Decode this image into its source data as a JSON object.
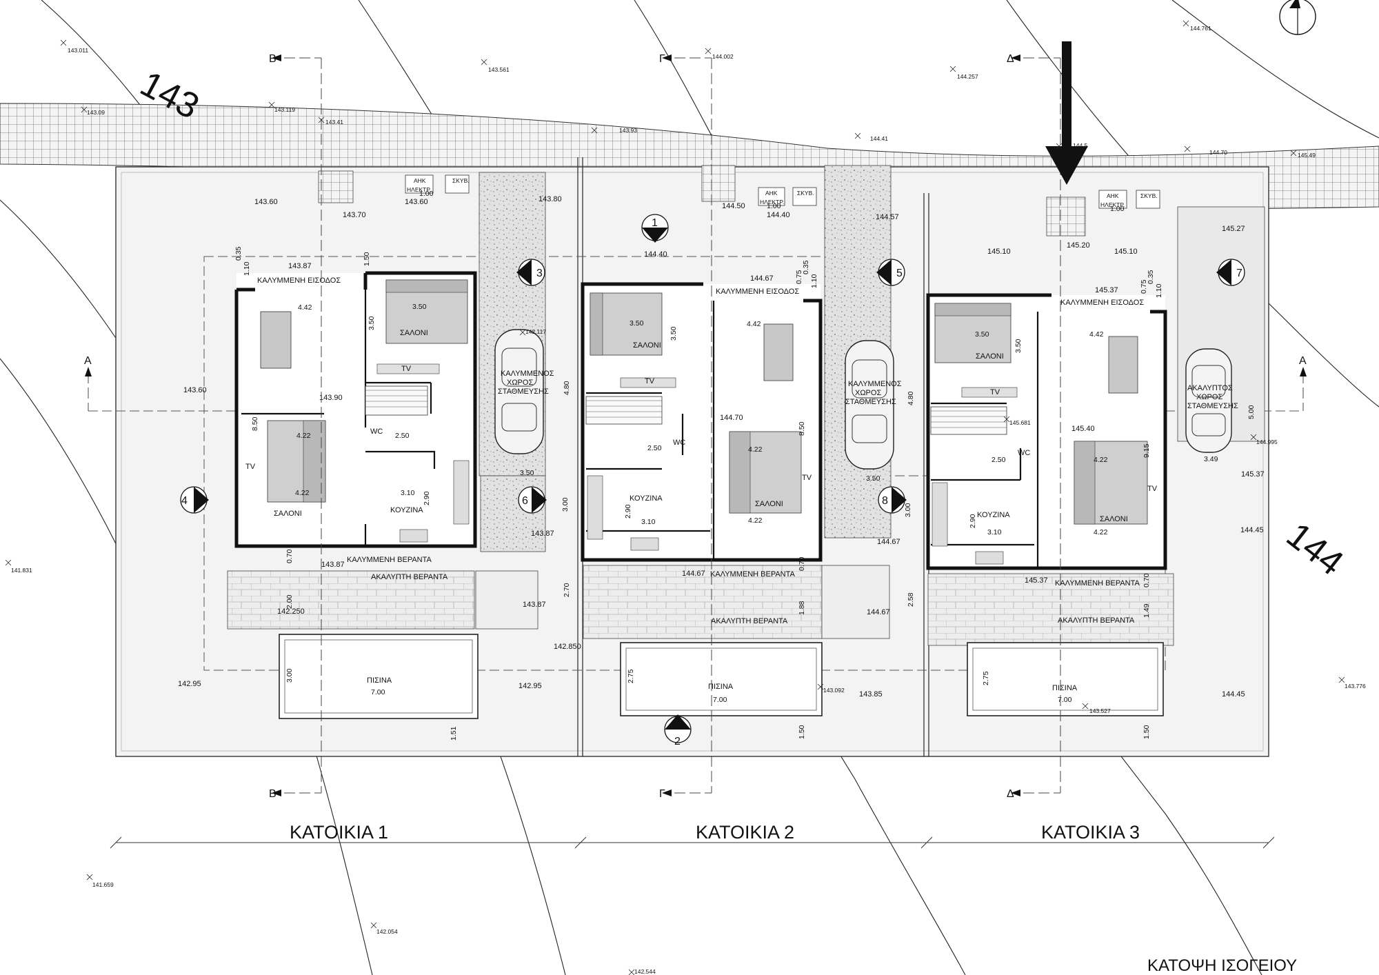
{
  "title": "ΚΑΤΟΨΗ ΙΣΟΓΕΙΟΥ",
  "contours": {
    "left": "143",
    "right": "144"
  },
  "section_markers": [
    "Β",
    "Γ",
    "Δ",
    "Α"
  ],
  "elevation_markers": [
    "1",
    "2",
    "3",
    "4",
    "5",
    "6",
    "7",
    "8"
  ],
  "houses": [
    {
      "title": "ΚΑΤΟΙΚΙΑ 1",
      "rooms": {
        "entrance": "ΚΑΛΥΜΜΕΝΗ ΕΙΣΟΔΟΣ",
        "salon": "ΣΑΛΟΝΙ",
        "salon2": "ΣΑΛΟΝΙ",
        "kitchen": "ΚΟΥΖΙΝΑ",
        "wc": "WC",
        "tv": "TV",
        "tv2": "TV",
        "covered_veranda": "ΚΑΛΥΜΜΕΝΗ ΒΕΡΑΝΤΑ",
        "open_veranda": "ΑΚΑΛΥΠΤΗ ΒΕΡΑΝΤΑ",
        "pool": "ΠΙΣΙΝΑ",
        "parking": [
          "ΚΑΛΥΜΜΕΝΟΣ",
          "ΧΩΡΟΣ",
          "ΣΤΑΘΜΕΥΣΗΣ"
        ]
      },
      "meters": {
        "ahk": "ΑΗΚ",
        "skyv": "ΣΚΥΒ.",
        "elec": "ΗΛΕΚΤΡ."
      },
      "levels": [
        "143.60",
        "143.70",
        "143.60",
        "143.80",
        "143.87",
        "143.90",
        "143.60",
        "143.87",
        "143.87",
        "143.87",
        "142.95",
        "142.95",
        "142.850",
        "142.250"
      ],
      "dims": {
        "d442": "4.42",
        "d350": "3.50",
        "d350v": "3.50",
        "d422a": "4.22",
        "d422b": "4.22",
        "d250": "2.50",
        "d310": "3.10",
        "d290": "2.90",
        "d850": "8.50",
        "d480": "4.80",
        "d350p": "3.50",
        "d300p": "3.00",
        "d270": "2.70",
        "d200": "2.00",
        "d070": "0.70",
        "d300": "3.00",
        "d700": "7.00",
        "d151": "1.51",
        "d110": "1.10",
        "d035": "0.35",
        "d150": "1.50",
        "d100": "1.00"
      }
    },
    {
      "title": "ΚΑΤΟΙΚΙΑ 2",
      "rooms": {
        "entrance": "ΚΑΛΥΜΜΕΝΗ ΕΙΣΟΔΟΣ",
        "salon": "ΣΑΛΟΝΙ",
        "salon2": "ΣΑΛΟΝΙ",
        "kitchen": "ΚΟΥΖΙΝΑ",
        "wc": "WC",
        "tv": "TV",
        "tv2": "TV",
        "covered_veranda": "ΚΑΛΥΜΜΕΝΗ ΒΕΡΑΝΤΑ",
        "open_veranda": "ΑΚΑΛΥΠΤΗ ΒΕΡΑΝΤΑ",
        "pool": "ΠΙΣΙΝΑ",
        "parking": [
          "ΚΑΛΥΜΜΕΝΟΣ",
          "ΧΩΡΟΣ",
          "ΣΤΑΘΜΕΥΣΗΣ"
        ]
      },
      "meters": {
        "ahk": "ΑΗΚ",
        "skyv": "ΣΚΥΒ.",
        "elec": "ΗΛΕΚΤΡ."
      },
      "levels": [
        "144.40",
        "144.50",
        "144.40",
        "144.57",
        "144.67",
        "144.70",
        "144.67",
        "144.67",
        "143.85"
      ],
      "dims": {
        "d442": "4.42",
        "d350": "3.50",
        "d350v": "3.50",
        "d422a": "4.22",
        "d422b": "4.22",
        "d250": "2.50",
        "d310": "3.10",
        "d290": "2.90",
        "d850": "8.50",
        "d480": "4.80",
        "d350p": "3.50",
        "d300p": "3.00",
        "d258": "2.58",
        "d188": "1.88",
        "d070": "0.70",
        "d275": "2.75",
        "d700": "7.00",
        "d150": "1.50",
        "d110": "1.10",
        "d075": "0.75",
        "d035": "0.35",
        "d100": "1.00"
      }
    },
    {
      "title": "ΚΑΤΟΙΚΙΑ 3",
      "rooms": {
        "entrance": "ΚΑΛΥΜΜΕΝΗ ΕΙΣΟΔΟΣ",
        "salon": "ΣΑΛΟΝΙ",
        "salon2": "ΣΑΛΟΝΙ",
        "kitchen": "ΚΟΥΖΙΝΑ",
        "wc": "WC",
        "tv": "TV",
        "tv2": "TV",
        "covered_veranda": "ΚΑΛΥΜΜΕΝΗ ΒΕΡΑΝΤΑ",
        "open_veranda": "ΑΚΑΛΥΠΤΗ ΒΕΡΑΝΤΑ",
        "pool": "ΠΙΣΙΝΑ",
        "parking": [
          "ΑΚΑΛΥΠΤΟΣ",
          "ΧΩΡΟΣ",
          "ΣΤΑΘΜΕΥΣΗΣ"
        ]
      },
      "meters": {
        "ahk": "ΑΗΚ",
        "skyv": "ΣΚΥΒ.",
        "elec": "ΗΛΕΚΤΡ."
      },
      "levels": [
        "145.10",
        "145.20",
        "145.10",
        "145.27",
        "145.37",
        "145.40",
        "145.37",
        "145.37",
        "144.45",
        "144.45"
      ],
      "dims": {
        "d442": "4.42",
        "d350": "3.50",
        "d350v": "3.50",
        "d422a": "4.22",
        "d422b": "4.22",
        "d250": "2.50",
        "d310": "3.10",
        "d290": "2.90",
        "d915": "9.15",
        "d349": "3.49",
        "d500": "5.00",
        "d149": "1.49",
        "d070": "0.70",
        "d275": "2.75",
        "d700": "7.00",
        "d150": "1.50",
        "d110": "1.10",
        "d075": "0.75",
        "d035": "0.35",
        "d100": "1.00"
      }
    }
  ],
  "survey_points": [
    "143.011",
    "143.561",
    "144.002",
    "144.257",
    "144.761",
    "143.09",
    "143.119",
    "143.41",
    "143.93",
    "144.41",
    "144.5",
    "144.70",
    "145.49",
    "141.831",
    "141.659",
    "142.054",
    "142.544",
    "143.776",
    "144.995",
    "145.681",
    "142.117",
    "143.092",
    "143.527"
  ]
}
